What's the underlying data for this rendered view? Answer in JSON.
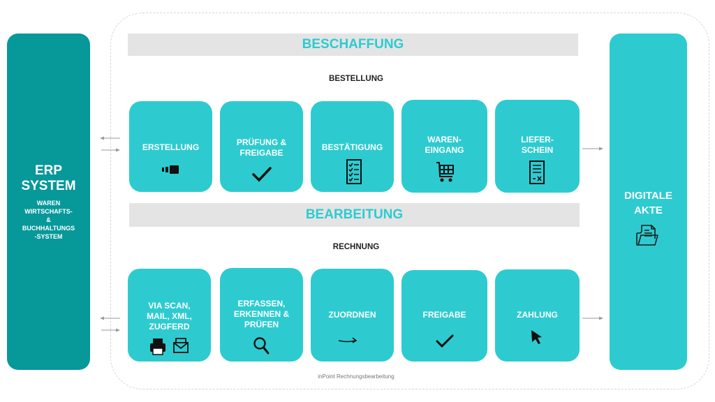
{
  "erp": {
    "title": "ERP\nSYSTEM",
    "subtitle": "WAREN\nWIRTSCHAFTS-\n&\nBUCHHALTUNGS\n-SYSTEM"
  },
  "akte": {
    "title": "DIGITALE\nAKTE",
    "icon": "folder-documents-icon"
  },
  "beschaffung": {
    "header": "BESCHAFFUNG",
    "subheader": "BESTELLUNG",
    "steps": [
      {
        "label": "ERSTELLUNG",
        "icon": "toggle-switch-icon"
      },
      {
        "label": "PRÜFUNG &\nFREIGABE",
        "icon": "checkmark-icon"
      },
      {
        "label": "BESTÄTIGUNG",
        "icon": "checklist-icon"
      },
      {
        "label": "WAREN-\nEINGANG",
        "icon": "shopping-cart-icon"
      },
      {
        "label": "LIEFER-\nSCHEIN",
        "icon": "receipt-icon"
      }
    ]
  },
  "bearbeitung": {
    "header": "BEARBEITUNG",
    "subheader": "RECHNUNG",
    "steps": [
      {
        "label": "VIA SCAN,\nMAIL, XML,\nZUGFERD",
        "icon": "printer-mail-icon"
      },
      {
        "label": "ERFASSEN,\nERKENNEN &\nPRÜFEN",
        "icon": "magnifier-icon"
      },
      {
        "label": "ZUORDNEN",
        "icon": "arrow-right-icon"
      },
      {
        "label": "FREIGABE",
        "icon": "checkmark-icon"
      },
      {
        "label": "ZAHLUNG",
        "icon": "cursor-icon"
      }
    ]
  },
  "footnote": "inPoint Rechnungsbearbeitung",
  "colors": {
    "accent": "#2dcbd0",
    "erp": "#07989a",
    "bar": "#e4e4e4"
  }
}
